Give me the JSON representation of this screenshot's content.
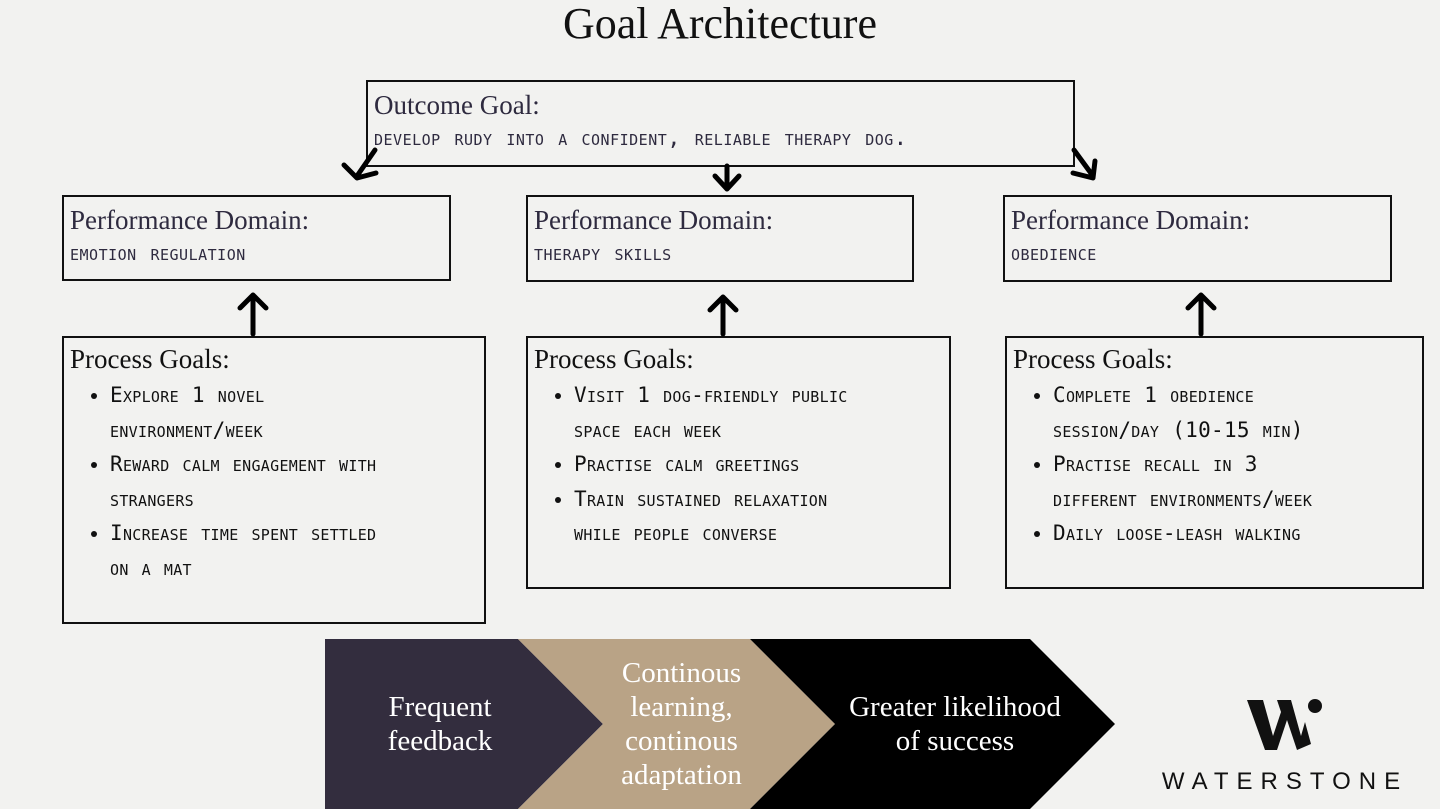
{
  "title": "Goal Architecture",
  "outcome": {
    "label": "Outcome Goal:",
    "text": "Develop Rudy into a confident, reliable therapy dog."
  },
  "domains": [
    {
      "label": "Performance Domain:",
      "name": "Emotion Regulation"
    },
    {
      "label": "Performance Domain:",
      "name": "Therapy Skills"
    },
    {
      "label": "Performance Domain:",
      "name": "Obedience"
    }
  ],
  "process": [
    {
      "label": "Process Goals:",
      "items": [
        "Explore 1 novel",
        "environment/week",
        "Reward calm engagement with",
        "strangers",
        "Increase time spent settled",
        "on a mat"
      ]
    },
    {
      "label": "Process Goals:",
      "items": [
        "Visit 1 dog-friendly public",
        "space each week",
        "Practise calm greetings",
        "Train sustained relaxation",
        "while people converse"
      ]
    },
    {
      "label": "Process Goals:",
      "items": [
        "Complete 1 obedience",
        "session/day (10-15 min)",
        "Practise recall in 3",
        "different environments/week",
        "Daily loose-leash walking"
      ]
    }
  ],
  "flow": [
    {
      "text": "Frequent feedback",
      "color": "#332d3e"
    },
    {
      "text": "Continous learning, continous adaptation",
      "color": "#b9a386"
    },
    {
      "text": "Greater likelihood of success",
      "color": "#000000"
    }
  ],
  "logo": {
    "word": "WATERSTONE",
    "mark": "W"
  }
}
